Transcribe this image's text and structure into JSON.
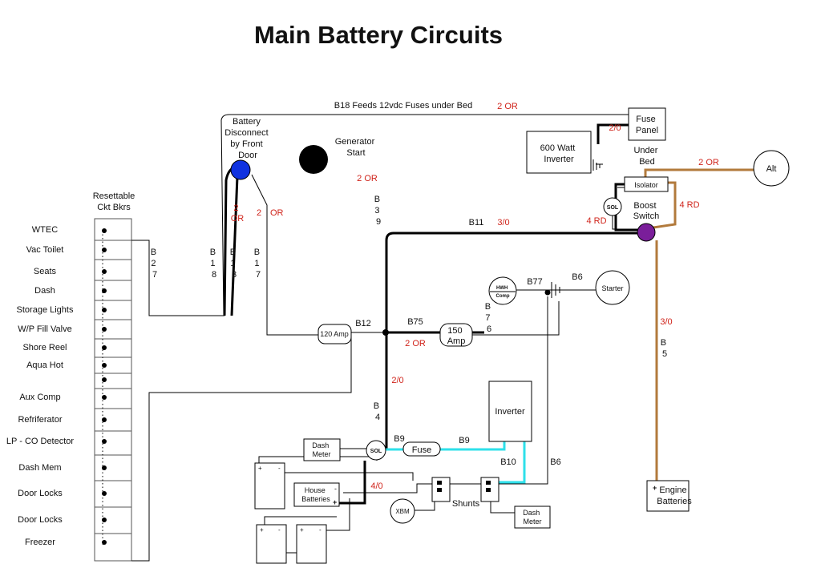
{
  "title": "Main Battery Circuits",
  "breaker_header": {
    "line1": "Resettable",
    "line2": "Ckt   Bkrs"
  },
  "breakers": [
    "WTEC",
    "Vac Toilet",
    "Seats",
    "Dash",
    "Storage Lights",
    "W/P Fill Valve",
    "Shore Reel",
    "Aqua Hot",
    "Aux Comp",
    "Refriferator",
    "LP - CO Detector",
    "Dash Mem",
    "Door Locks",
    "Door Locks",
    "Freezer"
  ],
  "b18_label": "B18  Feeds 12vdc Fuses under Bed",
  "b18_gauge": "2 OR",
  "battery_disconnect": [
    "Battery",
    "Disconnect",
    "by Front",
    "Door"
  ],
  "generator": [
    "Generator",
    "Start"
  ],
  "fuse_panel": [
    "Fuse",
    "Panel"
  ],
  "under_bed": [
    "Under",
    "Bed"
  ],
  "inverter600": [
    "600 Watt",
    "Inverter"
  ],
  "gauge_2_0_inv": "2/0",
  "isolator": "Isolator",
  "alt": "Alt",
  "alt_gauge": "2 OR",
  "sol": "SOL",
  "boost_switch": [
    "Boost",
    "Switch"
  ],
  "rd4_left": "4 RD",
  "rd4_right": "4 RD",
  "b11": "B11",
  "b11_gauge": "3/0",
  "b39_gauge": "2 OR",
  "b39": [
    "B",
    "3",
    "9"
  ],
  "b27": [
    "B",
    "2",
    "7"
  ],
  "b18v": [
    "B",
    "1",
    "8"
  ],
  "b13": [
    "B",
    "1",
    "3"
  ],
  "b17": [
    "B",
    "1",
    "7"
  ],
  "or2_a": [
    "2",
    "OR"
  ],
  "or2_b": [
    "2",
    "OR"
  ],
  "hwh_comp": [
    "HWH",
    "Comp"
  ],
  "b77": "B77",
  "b6_top": "B6",
  "starter": "Starter",
  "b76": [
    "B",
    "7",
    "6"
  ],
  "amp120": "120 Amp",
  "b12": "B12",
  "b75": "B75",
  "b75_gauge": "2 OR",
  "amp150": [
    "150",
    "Amp"
  ],
  "b4_gauge": "2/0",
  "b4": [
    "B",
    "4"
  ],
  "b5_gauge": "3/0",
  "b5": [
    "B",
    "5"
  ],
  "inverter": "Inverter",
  "dash_meter1": [
    "Dash",
    "Meter"
  ],
  "b9a": "B9",
  "fuse": "Fuse",
  "b9b": "B9",
  "b10": "B10",
  "b6_low": "B6",
  "house_batteries": [
    "House",
    "Batteries"
  ],
  "gauge_4_0": "4/0",
  "xbm": "XBM",
  "shunts": "Shunts",
  "dash_meter2": [
    "Dash",
    "Meter"
  ],
  "engine_batteries": [
    "Engine",
    "Batteries"
  ],
  "plus": "+",
  "minus": "-",
  "colors": {
    "red_label": "#d0241b",
    "cyan_wire": "#2ee0ea",
    "brown_wire": "#b27a3c",
    "purple": "#7a1e9a",
    "blue": "#1032e0"
  }
}
